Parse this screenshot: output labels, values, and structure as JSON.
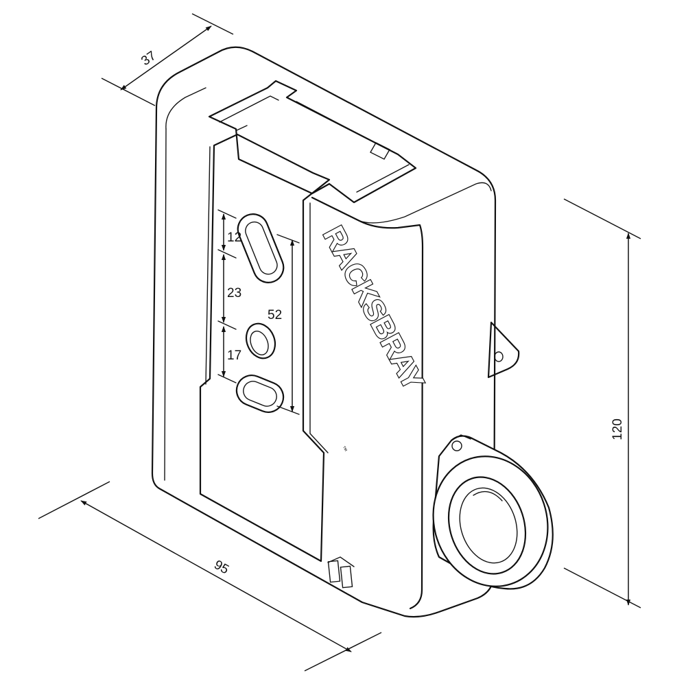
{
  "brand": {
    "name": "RACKSBRAY",
    "trademark": "™"
  },
  "dimensions": {
    "depth": "37",
    "width": "95",
    "height": "120",
    "slot_top": "12",
    "slot_spacing": "23",
    "hole_spacing": "17",
    "overall_span": "52"
  },
  "colors": {
    "line": "#111111",
    "background": "#ffffff"
  }
}
